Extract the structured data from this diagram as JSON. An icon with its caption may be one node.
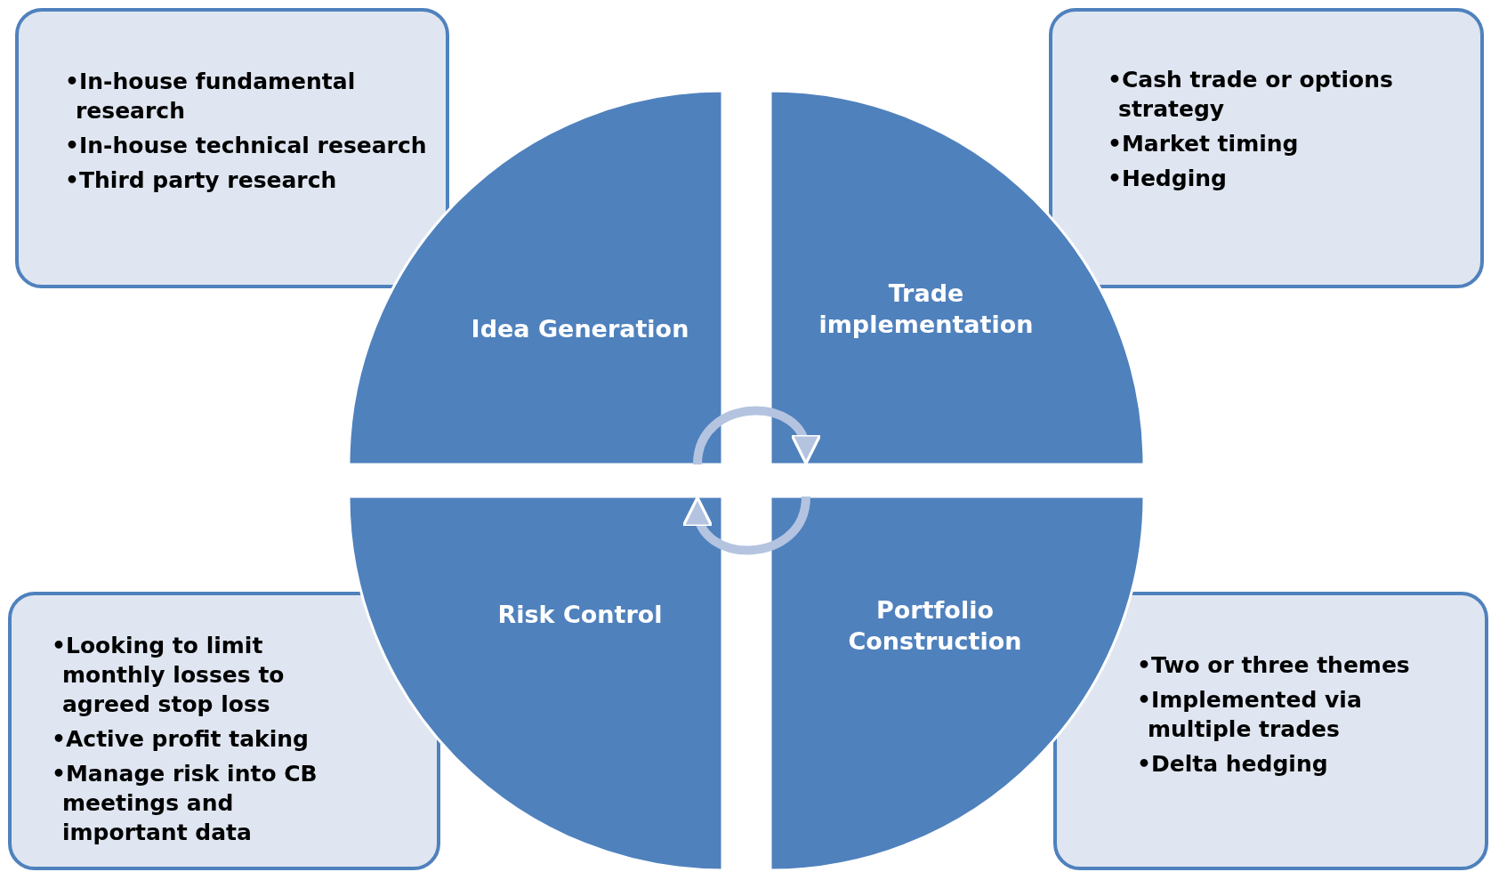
{
  "diagram": {
    "nodes": [
      {
        "text": [
          "•In-house fundamental research",
          "•In-house technical research",
          "•Third party research"
        ]
      },
      {
        "text": [
          "•Cash trade or options strategy",
          "•Market timing",
          "•Hedging"
        ]
      },
      {
        "text": [
          "Idea Generation"
        ]
      },
      {
        "text": [
          "Trade implementation"
        ]
      },
      {
        "text": [
          "Risk Control"
        ]
      },
      {
        "text": [
          "Portfolio Construction"
        ]
      },
      {
        "text": [
          "•Looking to limit monthly losses to agreed stop loss",
          "•Active profit taking",
          "•Manage risk into CB meetings and important data"
        ]
      },
      {
        "text": [
          "•Two or three themes",
          "•Implemented via multiple trades",
          "•Delta hedging"
        ]
      }
    ],
    "edges": [
      {
        "from": 2,
        "to": 3,
        "arrow": "to"
      },
      {
        "from": 5,
        "to": 4,
        "arrow": "to"
      }
    ]
  }
}
